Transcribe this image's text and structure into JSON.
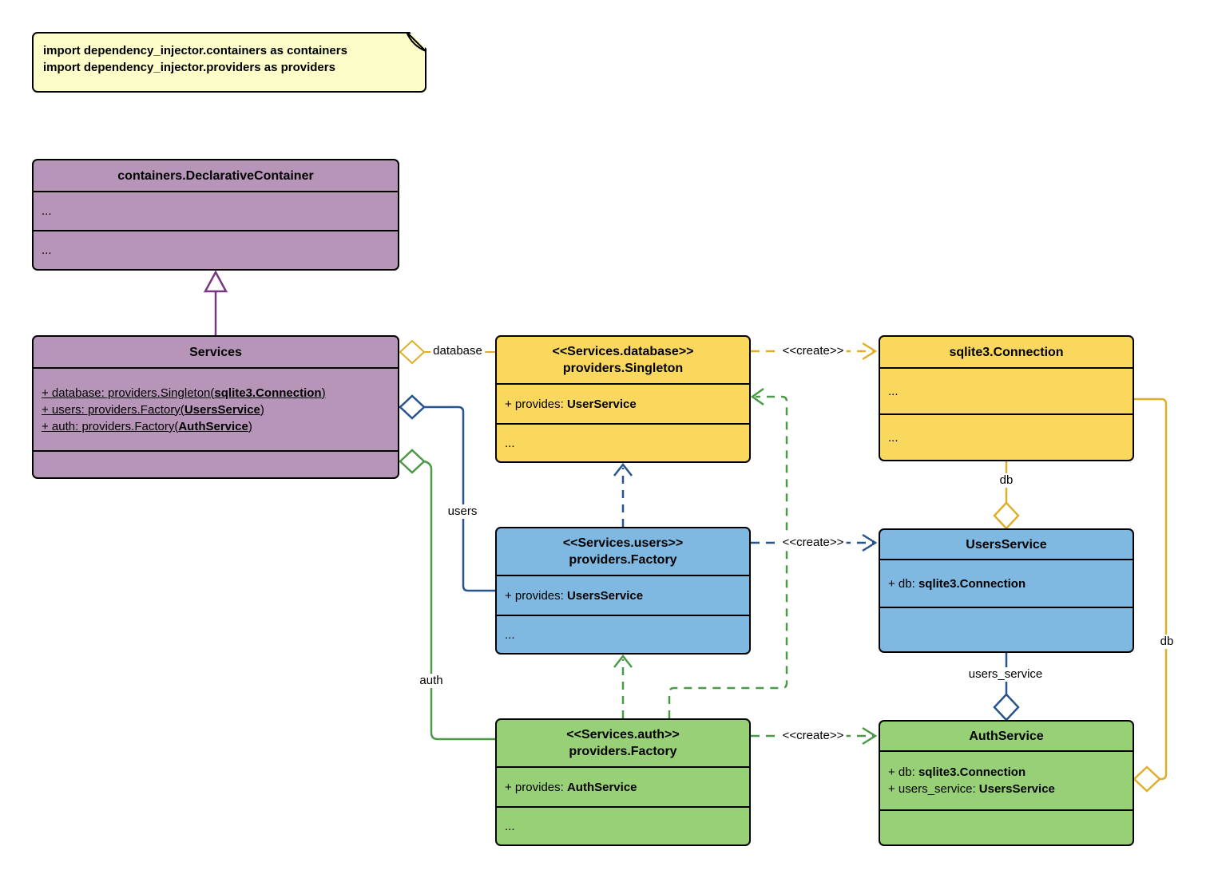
{
  "note": {
    "line1": "import dependency_injector.containers as containers",
    "line2": "import dependency_injector.providers as providers"
  },
  "boxes": {
    "declarative_container": {
      "title": "containers.DeclarativeContainer",
      "row1": "...",
      "row2": "..."
    },
    "services": {
      "title": "Services",
      "attr1": {
        "pre": "+ database: providers.Singleton(",
        "bold": "sqlite3.Connection",
        "post": ")"
      },
      "attr2": {
        "pre": "+ users: providers.Factory(",
        "bold": "UsersService",
        "post": ")"
      },
      "attr3": {
        "pre": "+ auth: providers.Factory(",
        "bold": "AuthService",
        "post": ")"
      }
    },
    "singleton": {
      "stereotype": "<<Services.database>>",
      "title": "providers.Singleton",
      "attr": {
        "pre": "+ provides: ",
        "bold": "UserService"
      },
      "dots": "..."
    },
    "connection": {
      "title": "sqlite3.Connection",
      "row1": "...",
      "row2": "..."
    },
    "users_factory": {
      "stereotype": "<<Services.users>>",
      "title": "providers.Factory",
      "attr": {
        "pre": "+ provides: ",
        "bold": "UsersService"
      },
      "dots": "..."
    },
    "users_service": {
      "title": "UsersService",
      "attr": {
        "pre": "+ db: ",
        "bold": "sqlite3.Connection"
      }
    },
    "auth_factory": {
      "stereotype": "<<Services.auth>>",
      "title": "providers.Factory",
      "attr": {
        "pre": "+ provides: ",
        "bold": "AuthService"
      },
      "dots": "..."
    },
    "auth_service": {
      "title": "AuthService",
      "attr1": {
        "pre": "+ db: ",
        "bold": "sqlite3.Connection"
      },
      "attr2": {
        "pre": "+ users_service: ",
        "bold": "UsersService"
      }
    }
  },
  "edge_labels": {
    "database": "database",
    "users": "users",
    "auth": "auth",
    "db_users": "db",
    "db_auth": "db",
    "users_service": "users_service",
    "create": "<<create>>"
  },
  "colors": {
    "purple_fill": "#B695B8",
    "yellow_fill": "#FAD75D",
    "blue_fill": "#7FB8E1",
    "green_fill": "#97D077",
    "note_fill": "#FDFDC9",
    "purple_line": "#763980",
    "yellow_line": "#DFAF2C",
    "blue_line": "#27548D",
    "green_line": "#4C9A48"
  }
}
